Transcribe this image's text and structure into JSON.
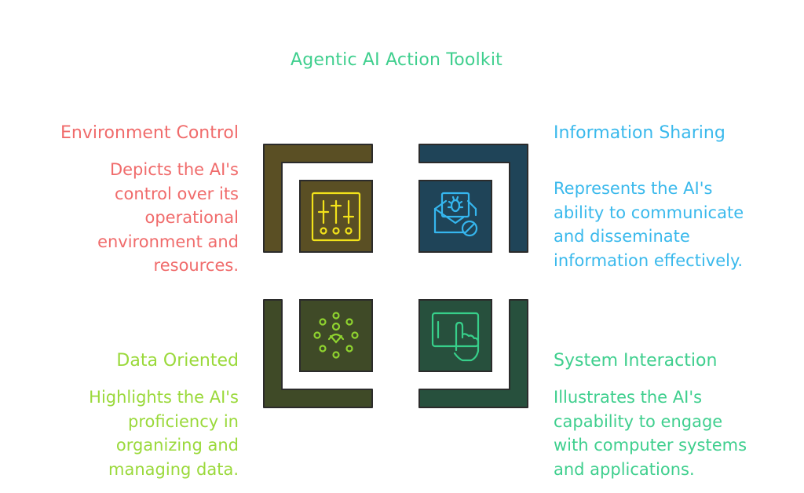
{
  "title": "Agentic AI Action Toolkit",
  "quadrants": {
    "environment_control": {
      "heading": "Environment Control",
      "description": "Depicts the AI's\ncontrol over its\noperational\nenvironment and\nresources.",
      "icon": "sliders-icon",
      "color": "#f06b6b"
    },
    "information_sharing": {
      "heading": "Information Sharing",
      "description": "Represents the AI's\nability to communicate\nand disseminate\ninformation effectively.",
      "icon": "mail-shield-icon",
      "color": "#3ab9ec"
    },
    "data_oriented": {
      "heading": "Data Oriented",
      "description": "Highlights the AI's\nproficiency in\norganizing and\nmanaging data.",
      "icon": "network-person-icon",
      "color": "#9ad93a"
    },
    "system_interaction": {
      "heading": "System Interaction",
      "description": "Illustrates the AI's\ncapability to engage\nwith computer systems\nand applications.",
      "icon": "tablet-touch-icon",
      "color": "#3fcf8e"
    }
  }
}
